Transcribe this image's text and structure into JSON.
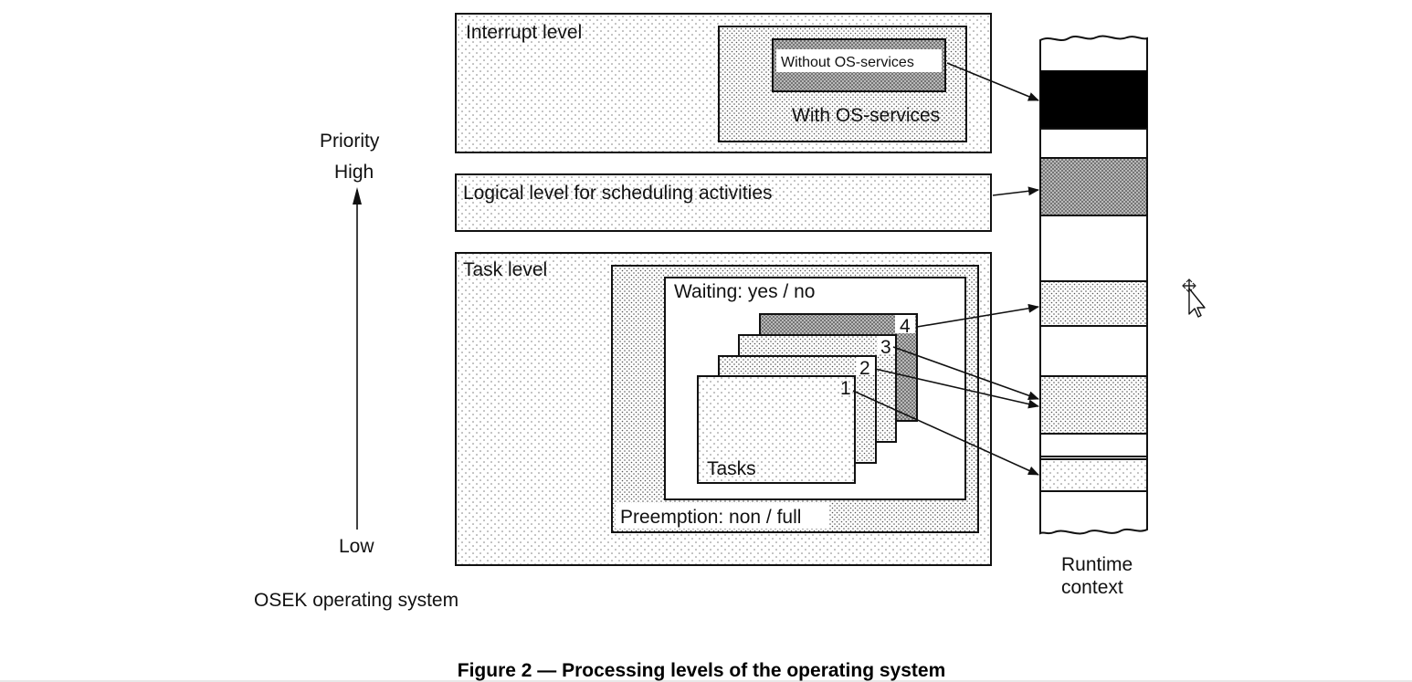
{
  "labels": {
    "interrupt_level": "Interrupt level",
    "without_os_services": "Without OS-services",
    "with_os_services": "With OS-services",
    "logical_level": "Logical level for scheduling activities",
    "task_level": "Task level",
    "waiting": "Waiting: yes / no",
    "preemption": "Preemption: non / full",
    "tasks": "Tasks",
    "task_numbers": [
      "1",
      "2",
      "3",
      "4"
    ],
    "priority": "Priority",
    "high": "High",
    "low": "Low",
    "os_name": "OSEK operating system",
    "runtime": "Runtime",
    "context": "context"
  },
  "caption": "Figure 2 — Processing levels of the operating system",
  "colors": {
    "line": "#111111",
    "dots": "#666666",
    "dense_fill": "#9a9a9a",
    "solid": "#000000"
  }
}
